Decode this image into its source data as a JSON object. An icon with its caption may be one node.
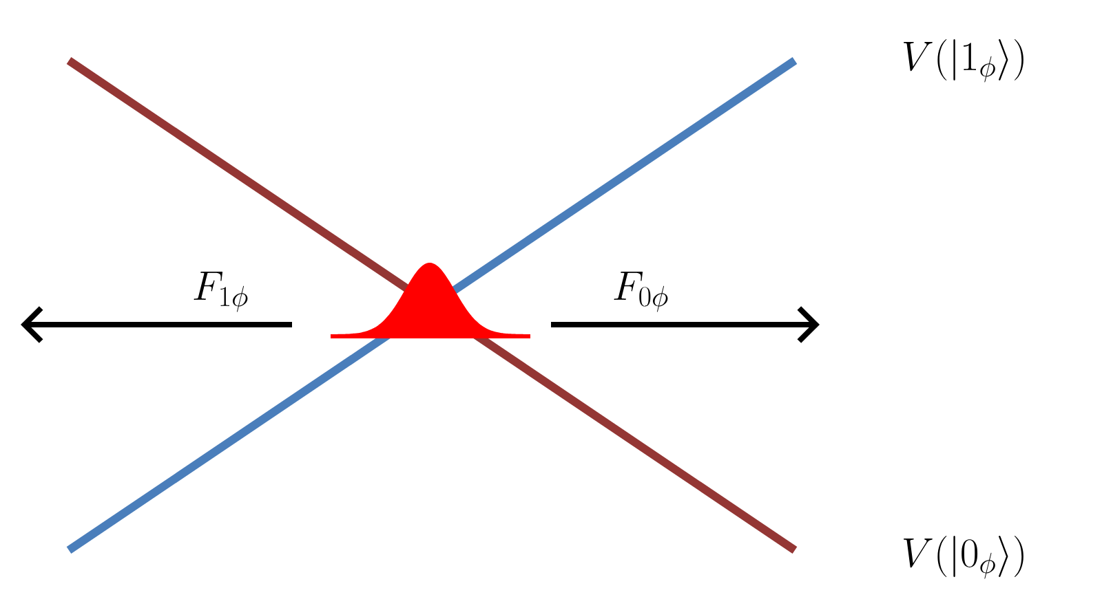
{
  "diagram": {
    "labels": [
      "V(|1_\\phi\\rangle)",
      "F_{1\\phi}",
      "F_{0\\phi}",
      "V(|0_\\phi\\rangle)"
    ]
  }
}
